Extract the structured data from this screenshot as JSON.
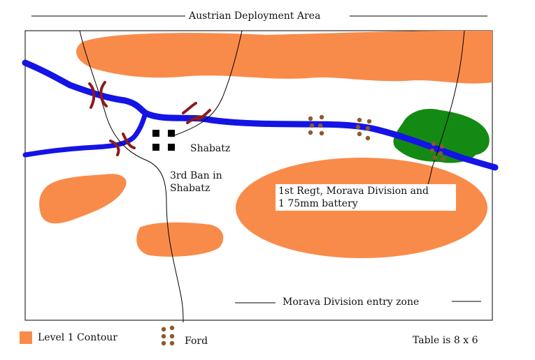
{
  "title": "Austrian Deployment Area",
  "labels": {
    "town": "Shabatz",
    "unit_ban_line1": "3rd Ban in",
    "unit_ban_line2": "Shabatz",
    "unit_regt_line1": "1st Regt, Morava Division and",
    "unit_regt_line2": "1 75mm battery",
    "entry_zone": "Morava Division entry zone"
  },
  "legend": {
    "contour": "Level 1 Contour",
    "ford": "Ford",
    "table_size": "Table is 8 x 6"
  },
  "colors": {
    "contour": "#f98b4a",
    "river": "#1414e6",
    "woods": "#138a13",
    "bridge": "#8b1a1a",
    "ford": "#8b5a2b",
    "town": "#000000"
  }
}
